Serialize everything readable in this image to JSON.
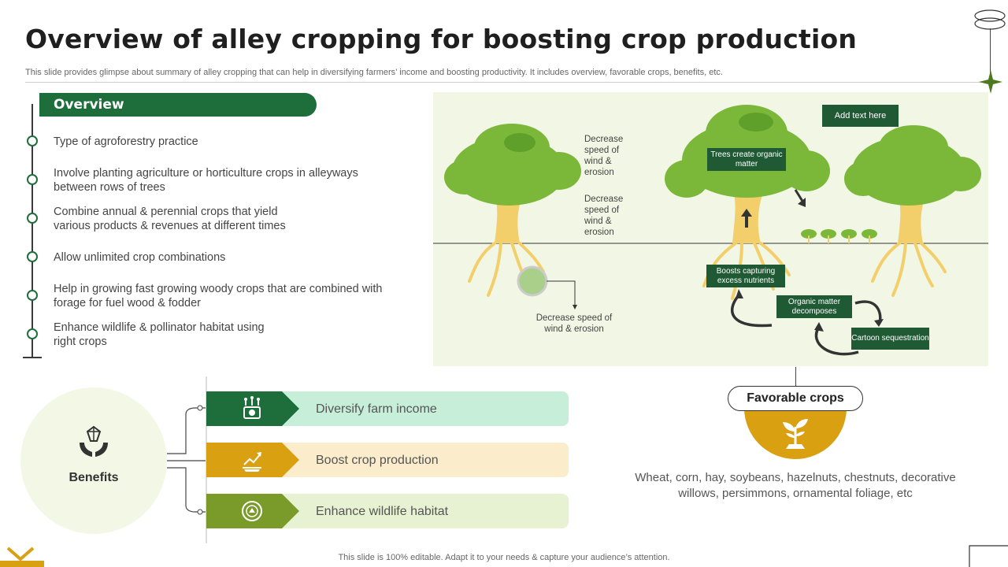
{
  "title": "Overview of alley cropping for boosting crop production",
  "subtitle": "This slide provides glimpse about summary of alley cropping that can help in diversifying farmers’ income and boosting productivity. It includes overview, favorable crops, benefits, etc.",
  "overview": {
    "header": "Overview",
    "items": [
      "Type of agroforestry practice",
      "Involve planting agriculture or horticulture crops in alleyways between rows of trees",
      "Combine annual & perennial crops that yield various products & revenues at different times",
      "Allow unlimited crop combinations",
      "Help in growing fast growing woody crops that are combined with forage for fuel wood & fodder",
      "Enhance wildlife & pollinator habitat using right crops"
    ]
  },
  "diagram": {
    "label_decrease_1": "Decrease speed of wind & erosion",
    "label_decrease_2": "Decrease speed of wind & erosion",
    "label_decrease_3": "Decrease speed of wind & erosion",
    "box_add_text": "Add text here",
    "box_trees_create": "Trees create organic matter",
    "box_boosts": "Boosts capturing excess nutrients",
    "box_organic": "Organic matter decomposes",
    "box_cartoon": "Cartoon sequestration"
  },
  "benefits": {
    "label": "Benefits",
    "items": [
      {
        "label": "Diversify farm income",
        "color": "#1e6e3c",
        "bg": "#c6eed8"
      },
      {
        "label": "Boost crop production",
        "color": "#d9a012",
        "bg": "#fbeccb"
      },
      {
        "label": "Enhance wildlife habitat",
        "color": "#7a9b2a",
        "bg": "#e6f2d2"
      }
    ]
  },
  "favorable": {
    "label": "Favorable crops",
    "text": "Wheat, corn, hay, soybeans, hazelnuts, chestnuts, decorative willows, persimmons, ornamental foliage, etc"
  },
  "footer": "This slide is 100% editable. Adapt it to your needs & capture your audience’s attention."
}
